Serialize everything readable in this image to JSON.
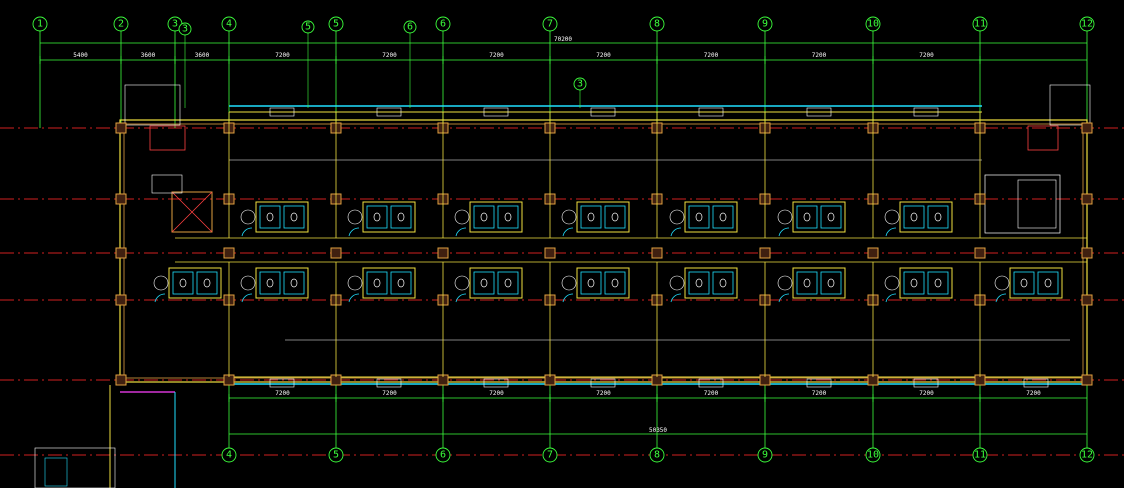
{
  "axes": {
    "top": [
      "1",
      "2",
      "3",
      "4",
      "5",
      "6",
      "7",
      "8",
      "9",
      "10",
      "11",
      "12"
    ],
    "bottom": [
      "4",
      "5",
      "6",
      "7",
      "8",
      "9",
      "10",
      "11",
      "12"
    ],
    "callouts": [
      "3",
      "5",
      "6",
      "3"
    ]
  },
  "dimensions": {
    "top_segments": [
      "5400",
      "3600",
      "3600",
      "7200",
      "7200",
      "7200",
      "7200",
      "7200",
      "7200",
      "7200"
    ],
    "top_total": "70200",
    "bottom_segments": [
      "7200",
      "7200",
      "7200",
      "7200",
      "7200",
      "7200",
      "7200",
      "7200"
    ],
    "bottom_total": "50350"
  },
  "colors": {
    "background": "#000000",
    "axis_green": "#3cff3c",
    "grid_red": "#d02020",
    "wall_yellow": "#f0e040",
    "column_orange": "#e0a040",
    "glass_cyan": "#20e0ff",
    "fixture_white": "#ffffff",
    "stair_red": "#ff4040",
    "magenta": "#ff40ff"
  }
}
